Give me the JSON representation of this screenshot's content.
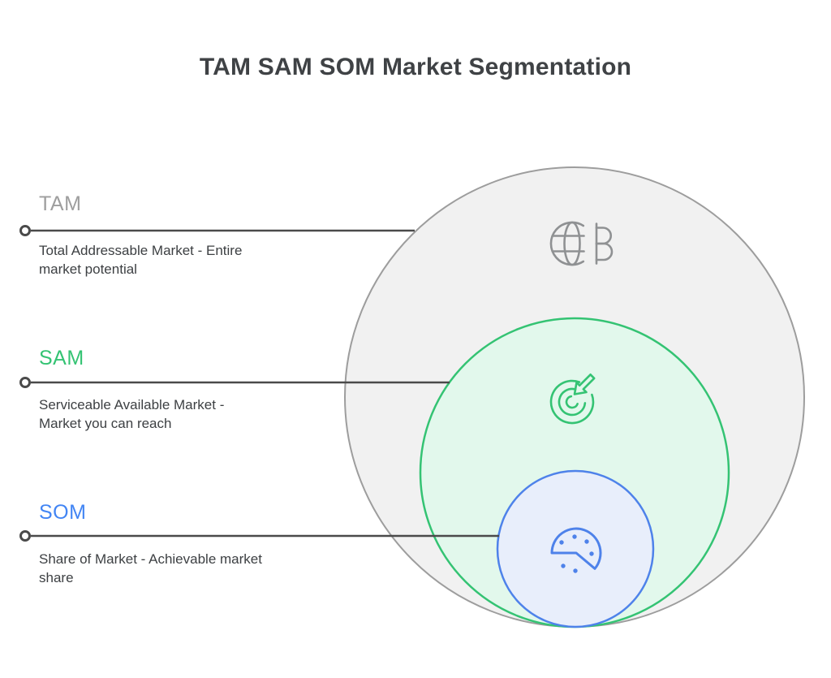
{
  "title": "TAM SAM SOM Market Segmentation",
  "colors": {
    "title_text": "#3f4245",
    "description_text": "#3d4043",
    "connector_line": "#4a4a4a",
    "tam_label": "#9e9e9e",
    "tam_circle_stroke": "#9d9d9d",
    "tam_circle_fill": "#f1f1f1",
    "tam_icon": "#8f9193",
    "sam_label": "#34c373",
    "sam_circle_stroke": "#34c373",
    "sam_circle_fill": "#e2f8ec",
    "som_label": "#4285f4",
    "som_circle_stroke": "#4e82ea",
    "som_circle_fill": "#e8eefb"
  },
  "segments": [
    {
      "id": "tam",
      "label": "TAM",
      "desc_line1": "Total Addressable Market - Entire",
      "desc_line2": "market potential",
      "icon": "globe-currency-icon",
      "color": "#9e9e9e"
    },
    {
      "id": "sam",
      "label": "SAM",
      "desc_line1": "Serviceable Available Market -",
      "desc_line2": "Market you can reach",
      "icon": "target-arrow-icon",
      "color": "#34c373"
    },
    {
      "id": "som",
      "label": "SOM",
      "desc_line1": "Share of Market - Achievable market",
      "desc_line2": "share",
      "icon": "pie-share-icon",
      "color": "#4285f4"
    }
  ]
}
